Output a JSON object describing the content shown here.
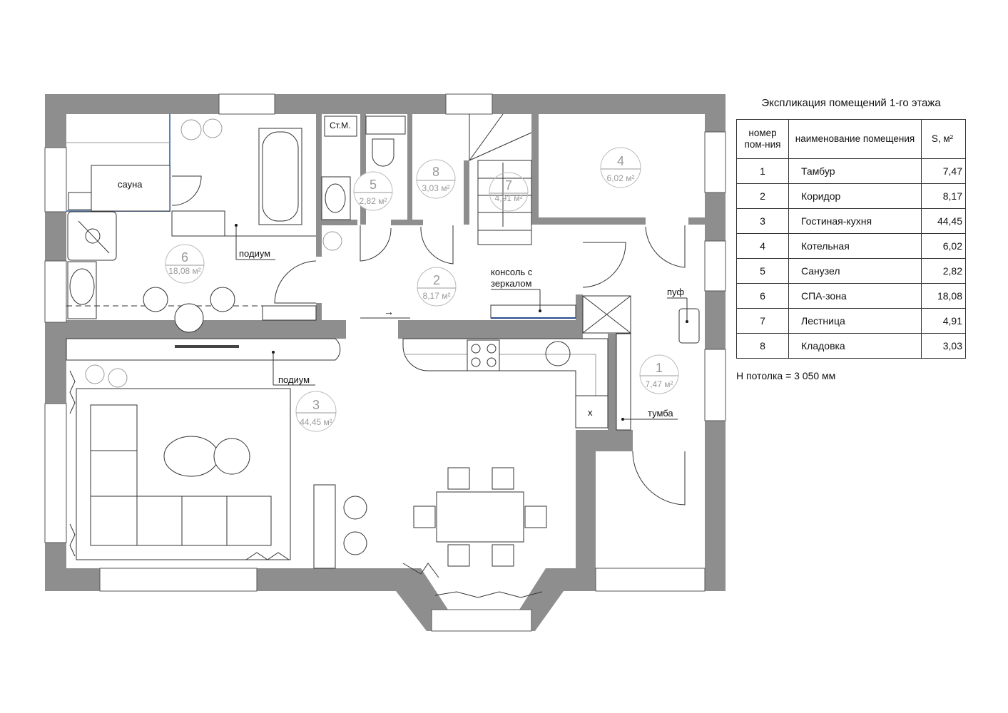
{
  "plan": {
    "labels": {
      "sauna": "сауна",
      "podium_spa": "подиум",
      "podium_living": "подиум",
      "washer": "Ст.М.",
      "console_line1": "консоль с",
      "console_line2": "зеркалом",
      "pouf": "пуф",
      "cabinet": "тумба",
      "x_mark": "x"
    },
    "rooms": [
      {
        "num": "1",
        "area": "7,47 м²"
      },
      {
        "num": "2",
        "area": "8,17 м²"
      },
      {
        "num": "3",
        "area": "44,45 м²"
      },
      {
        "num": "4",
        "area": "6,02 м²"
      },
      {
        "num": "5",
        "area": "2,82 м²"
      },
      {
        "num": "6",
        "area": "18,08 м²"
      },
      {
        "num": "7",
        "area": "4,91 м²"
      },
      {
        "num": "8",
        "area": "3,03 м²"
      }
    ],
    "colors": {
      "wall": "#8e8e8e",
      "glass": "#5a7fb0"
    }
  },
  "explication": {
    "title": "Экспликация помещений 1-го этажа",
    "headers": [
      "номер пом-ния",
      "наименование помещения",
      "S, м²"
    ],
    "rows": [
      {
        "num": "1",
        "name": "Тамбур",
        "area": "7,47"
      },
      {
        "num": "2",
        "name": "Коридор",
        "area": "8,17"
      },
      {
        "num": "3",
        "name": "Гостиная-кухня",
        "area": "44,45"
      },
      {
        "num": "4",
        "name": "Котельная",
        "area": "6,02"
      },
      {
        "num": "5",
        "name": "Санузел",
        "area": "2,82"
      },
      {
        "num": "6",
        "name": "СПА-зона",
        "area": "18,08"
      },
      {
        "num": "7",
        "name": "Лестница",
        "area": "4,91"
      },
      {
        "num": "8",
        "name": "Кладовка",
        "area": "3,03"
      }
    ],
    "ceiling": "Н потолка = 3 050 мм"
  }
}
